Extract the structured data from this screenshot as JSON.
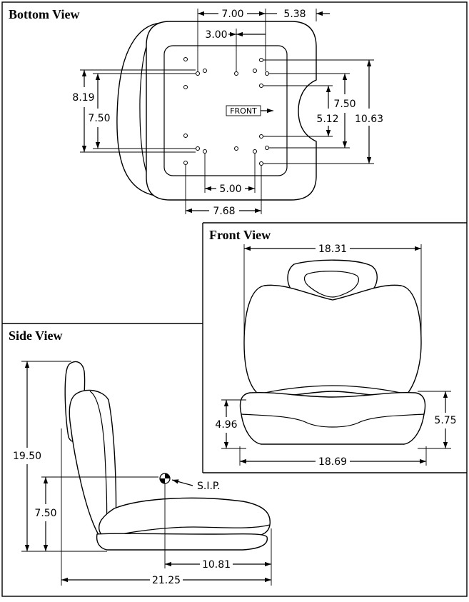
{
  "views": {
    "bottom": {
      "title": "Bottom View",
      "dims": {
        "top_width": "7.00",
        "top_offset": "5.38",
        "inner_width": "3.00",
        "left_outer_height": "8.19",
        "left_inner_height": "7.50",
        "right_inner_height": "7.50",
        "right_mid_height": "5.12",
        "right_outer_height": "10.63",
        "bottom_inner_width": "5.00",
        "bottom_outer_width": "7.68"
      },
      "front_label": "FRONT"
    },
    "front": {
      "title": "Front View",
      "dims": {
        "back_width": "18.31",
        "seat_left_height": "4.96",
        "seat_right_height": "5.75",
        "seat_width": "18.69"
      }
    },
    "side": {
      "title": "Side View",
      "dims": {
        "overall_height": "19.50",
        "sip_height": "7.50",
        "sip_depth": "10.81",
        "overall_depth": "21.25"
      },
      "sip_label": "S.I.P."
    }
  }
}
